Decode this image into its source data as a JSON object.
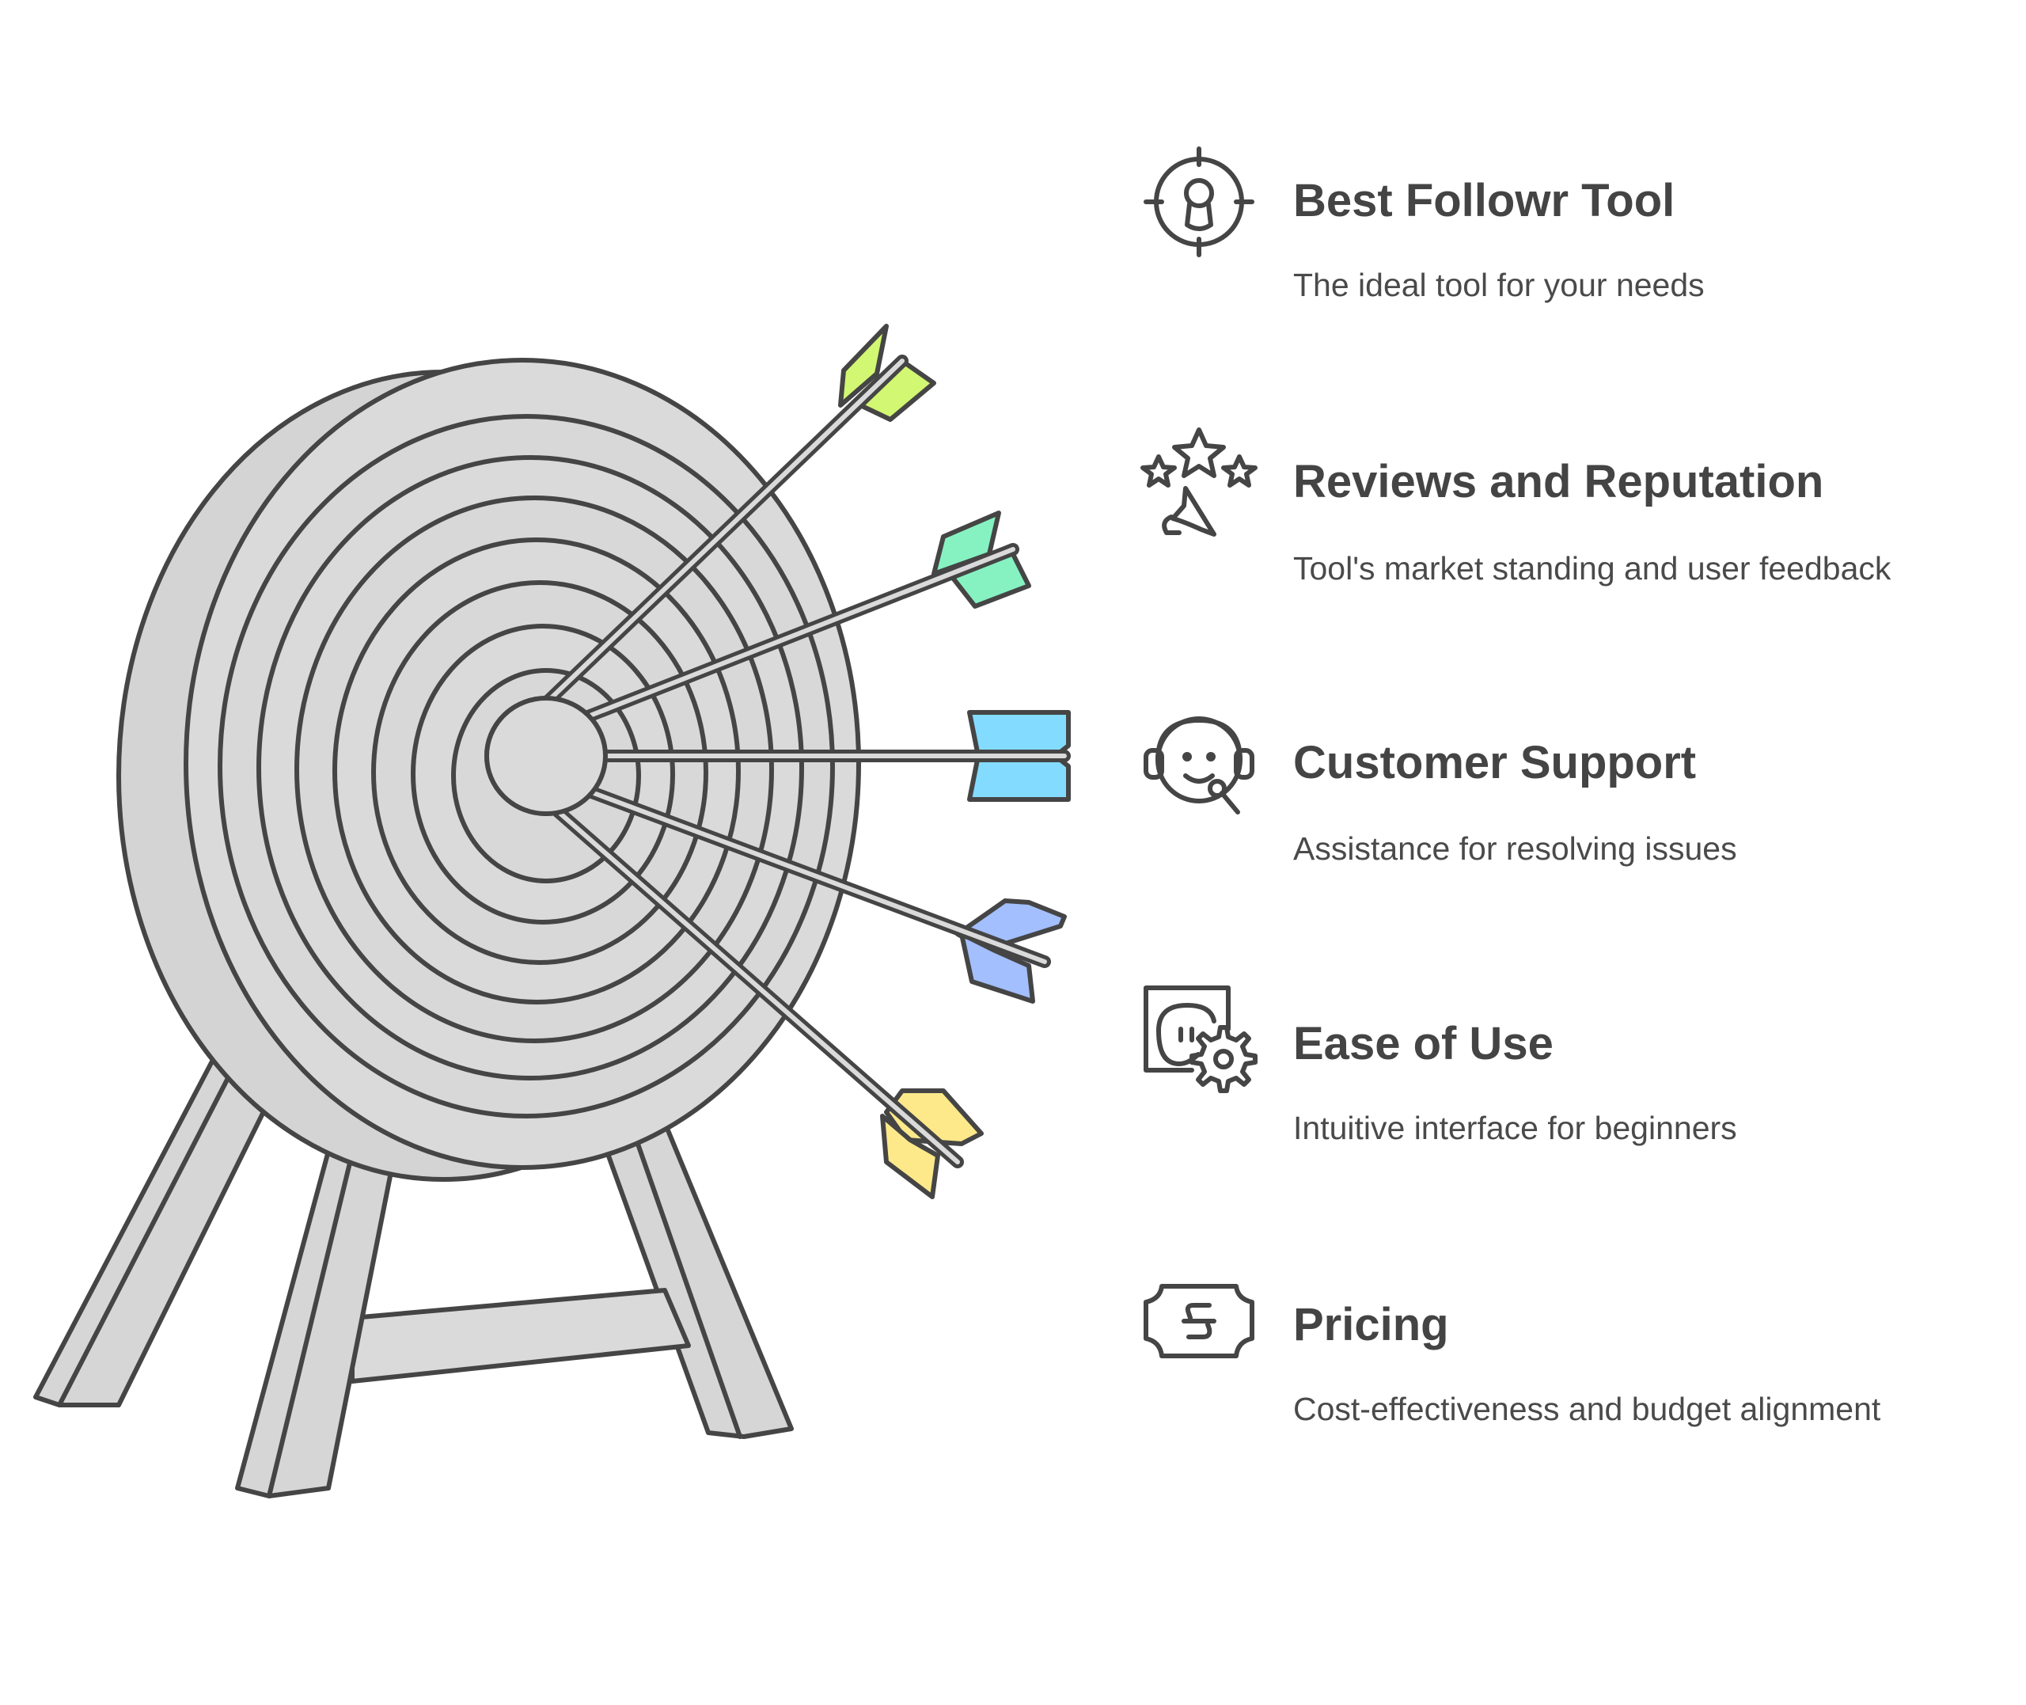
{
  "items": [
    {
      "title": "Best Followr Tool",
      "description": "The ideal tool for your needs",
      "icon": "target-person-icon"
    },
    {
      "title": "Reviews and Reputation",
      "description": "Tool's market standing and user feedback",
      "icon": "stars-megaphone-icon"
    },
    {
      "title": "Customer Support",
      "description": "Assistance for resolving issues",
      "icon": "headset-agent-icon"
    },
    {
      "title": "Ease of Use",
      "description": "Intuitive interface for beginners",
      "icon": "face-gear-icon"
    },
    {
      "title": "Pricing",
      "description": "Cost-effectiveness and budget alignment",
      "icon": "money-ticket-icon"
    }
  ],
  "colors": {
    "stroke": "#454545",
    "target_fill": "#dadada",
    "arrow_green_yellow": "#d2f772",
    "arrow_mint": "#86f2c1",
    "arrow_sky": "#83dcff",
    "arrow_blue": "#a3bffd",
    "arrow_yellow": "#fde98a"
  }
}
